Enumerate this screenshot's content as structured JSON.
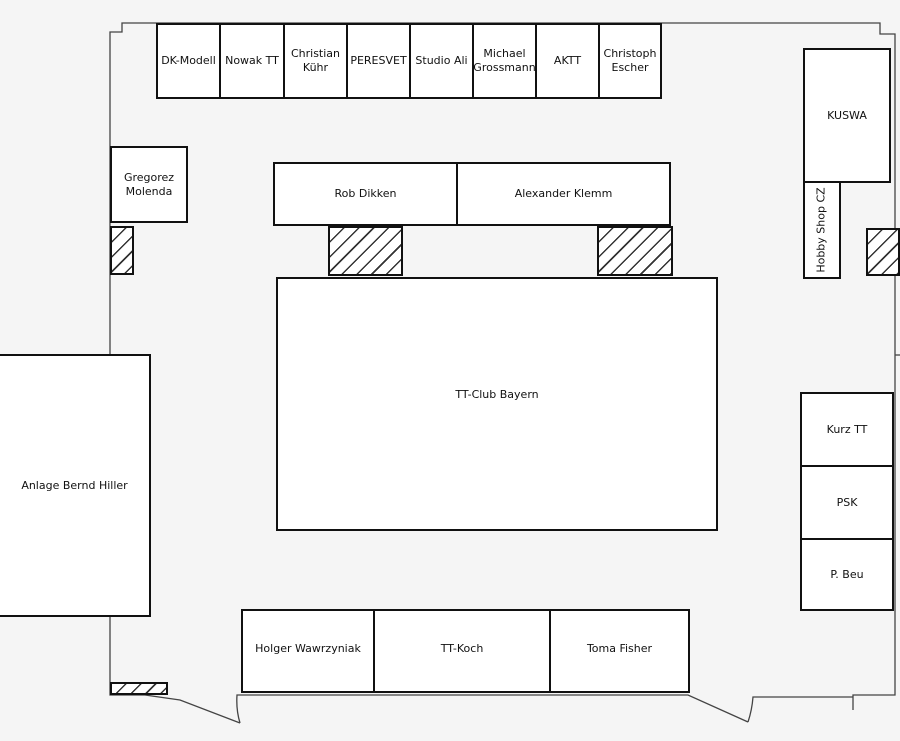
{
  "booths": {
    "dk_modell": "DK-Modell",
    "nowak_tt": "Nowak TT",
    "christian_kuehr": "Christian\nKühr",
    "peresvet": "PERESVET",
    "studio_ali": "Studio Ali",
    "michael_grossmann": "Michael\nGrossmann",
    "aktt": "AKTT",
    "christoph_escher": "Christoph\nEscher",
    "gregorez_molenda": "Gregorez\nMolenda",
    "rob_dikken": "Rob Dikken",
    "alexander_klemm": "Alexander Klemm",
    "kuswa": "KUSWA",
    "hobby_shop_cz": "Hobby Shop CZ",
    "tt_club_bayern": "TT-Club Bayern",
    "anlage_bernd_hiller": "Anlage Bernd Hiller",
    "kurz_tt": "Kurz TT",
    "psk": "PSK",
    "p_beu": "P. Beu",
    "holger_wawrzyniak": "Holger Wawrzyniak",
    "tt_koch": "TT-Koch",
    "toma_fisher": "Toma Fisher"
  }
}
